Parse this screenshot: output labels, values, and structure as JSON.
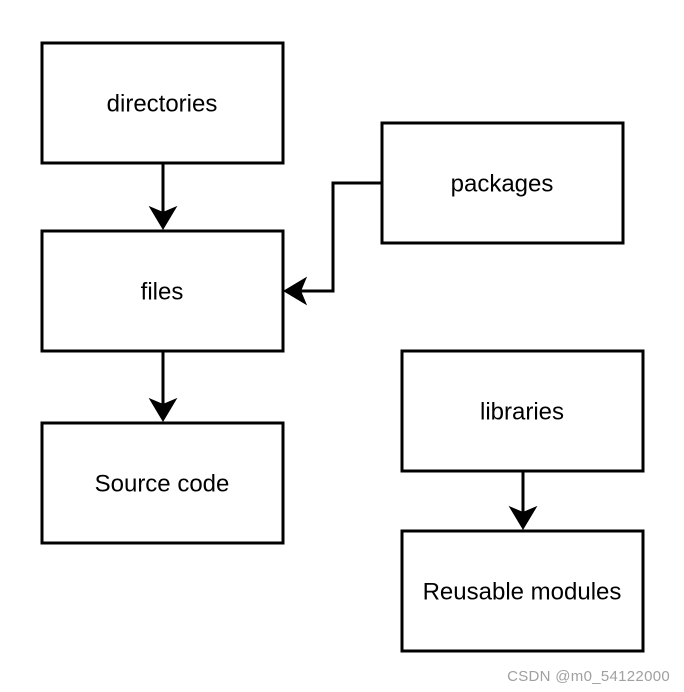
{
  "nodes": {
    "directories": {
      "label": "directories"
    },
    "files": {
      "label": "files"
    },
    "source_code": {
      "label": "Source code"
    },
    "packages": {
      "label": "packages"
    },
    "libraries": {
      "label": "libraries"
    },
    "reusable_modules": {
      "label": "Reusable modules"
    }
  },
  "edges": [
    {
      "from": "directories",
      "to": "files"
    },
    {
      "from": "files",
      "to": "source_code"
    },
    {
      "from": "packages",
      "to": "files"
    },
    {
      "from": "libraries",
      "to": "reusable_modules"
    }
  ],
  "watermark": "CSDN @m0_54122000",
  "colors": {
    "stroke": "#000000",
    "background": "#ffffff",
    "watermark": "#a0a0a0"
  }
}
